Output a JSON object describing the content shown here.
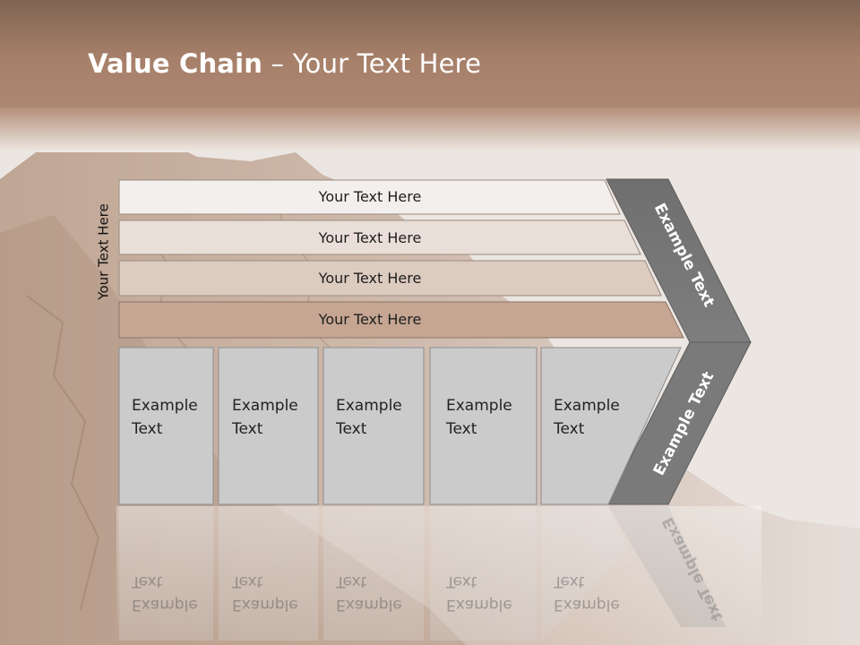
{
  "slide": {
    "title_bold": "Value Chain",
    "title_rest": " – Your Text Here",
    "side_label": "Your Text Here",
    "bands": [
      {
        "label": "Your Text Here"
      },
      {
        "label": "Your Text Here"
      },
      {
        "label": "Your Text Here"
      },
      {
        "label": "Your Text Here"
      }
    ],
    "boxes": [
      {
        "line1": "Example",
        "line2": "Text"
      },
      {
        "line1": "Example",
        "line2": "Text"
      },
      {
        "line1": "Example",
        "line2": "Text"
      },
      {
        "line1": "Example",
        "line2": "Text"
      },
      {
        "line1": "Example",
        "line2": "Text"
      }
    ],
    "chevron_top_label": "Example Text",
    "chevron_bottom_label": "Example Text"
  },
  "colors": {
    "header": "#a47d66",
    "band1": "#f3efec",
    "band2": "#eadfd8",
    "band3": "#dccbbf",
    "band4": "#c6a692",
    "box": "#cbcbcb",
    "chevron": "#7a7a7a"
  }
}
